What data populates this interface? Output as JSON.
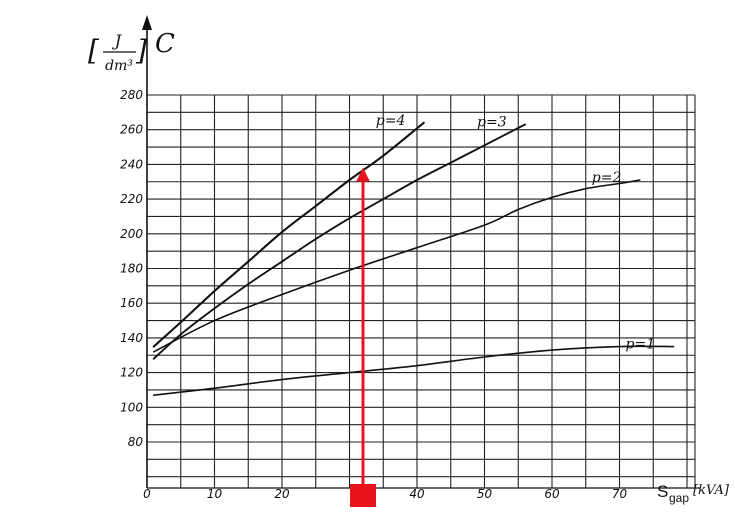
{
  "chart_data": {
    "type": "line",
    "title": "",
    "ylabel": "C",
    "yunit": {
      "numerator": "J",
      "denominator": "dm³"
    },
    "xlabel": "S",
    "xlabel_subscript": "gap",
    "xunit": "[kVA]",
    "xlim": [
      0,
      80
    ],
    "ylim": [
      60,
      280
    ],
    "xticks": [
      0,
      10,
      20,
      30,
      40,
      50,
      60,
      70
    ],
    "xtick_labels": [
      "0",
      "10",
      "20",
      "",
      "40",
      "50",
      "60",
      "70"
    ],
    "yticks": [
      80,
      100,
      120,
      140,
      160,
      180,
      200,
      220,
      240,
      260,
      280
    ],
    "ytick_labels": [
      "80",
      "100",
      "120",
      "140",
      "160",
      "180",
      "200",
      "220",
      "240",
      "260",
      "280"
    ],
    "grid": true,
    "series": [
      {
        "name": "p=4",
        "x": [
          1,
          5,
          10,
          15,
          20,
          25,
          30,
          35,
          41
        ],
        "y": [
          135,
          149,
          167,
          184,
          201,
          216,
          231,
          245,
          264
        ]
      },
      {
        "name": "p=3",
        "x": [
          1,
          5,
          10,
          15,
          20,
          25,
          30,
          35,
          40,
          45,
          50,
          56
        ],
        "y": [
          128,
          142,
          157,
          171,
          184,
          197,
          209,
          220,
          231,
          241,
          251,
          263
        ]
      },
      {
        "name": "p=2",
        "x": [
          1,
          10,
          20,
          30,
          40,
          50,
          55,
          60,
          65,
          70,
          73
        ],
        "y": [
          132,
          150,
          165,
          179,
          192,
          205,
          214,
          221,
          226,
          229,
          231
        ]
      },
      {
        "name": "p=1",
        "x": [
          1,
          10,
          20,
          30,
          40,
          50,
          60,
          70,
          78
        ],
        "y": [
          107,
          111,
          116,
          120,
          124,
          129,
          133,
          135,
          135
        ]
      }
    ],
    "annotation": {
      "type": "arrow",
      "color": "#e8141b",
      "x": 32,
      "y_from": 60,
      "y_to": 237
    }
  }
}
